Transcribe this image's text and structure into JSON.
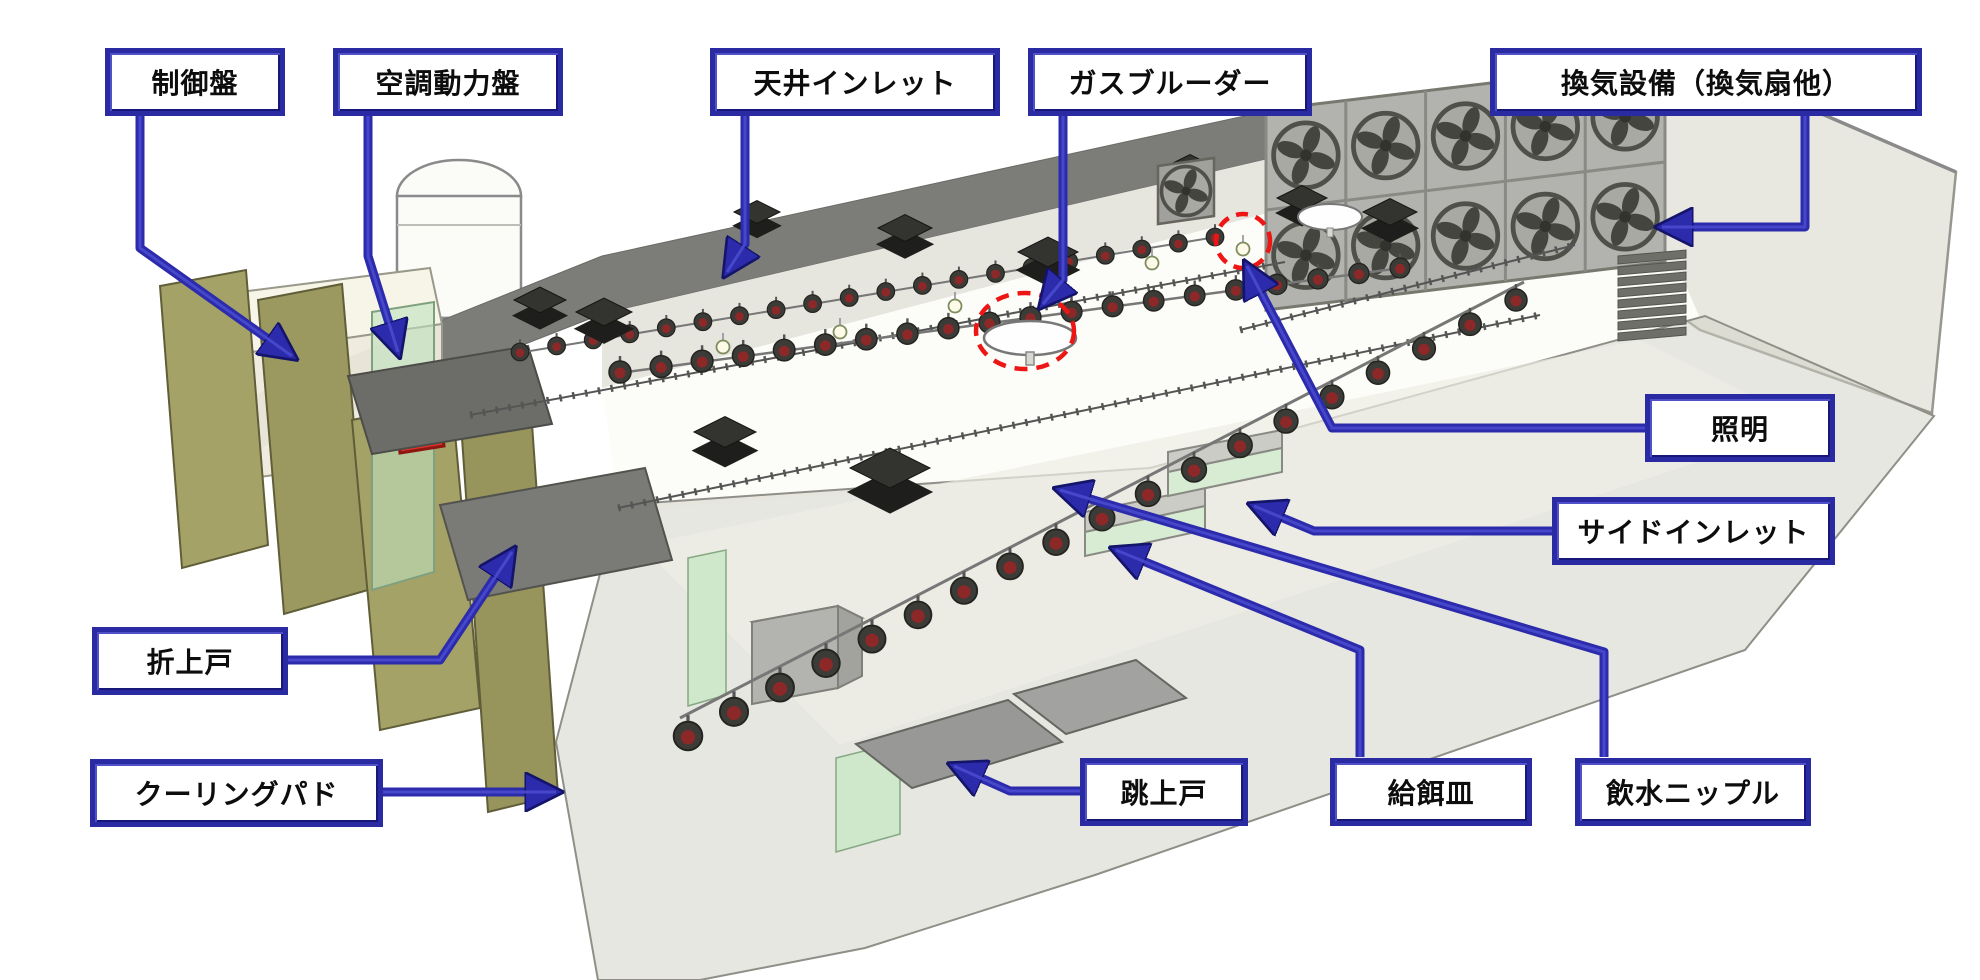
{
  "figure": {
    "type": "poultry-house-equipment-diagram",
    "callouts": [
      {
        "id": "seigyoban",
        "label": "制御盤"
      },
      {
        "id": "kucho",
        "label": "空調動力盤"
      },
      {
        "id": "tenjo",
        "label": "天井インレット"
      },
      {
        "id": "gas",
        "label": "ガスブルーダー"
      },
      {
        "id": "kanki",
        "label": "換気設備（換気扇他）"
      },
      {
        "id": "shomei",
        "label": "照明"
      },
      {
        "id": "sideinlet",
        "label": "サイドインレット"
      },
      {
        "id": "oriagedo",
        "label": "折上戸"
      },
      {
        "id": "coolingpad",
        "label": "クーリングパド"
      },
      {
        "id": "haneagedo",
        "label": "跳上戸"
      },
      {
        "id": "kyujizara",
        "label": "給餌皿"
      },
      {
        "id": "insui",
        "label": "飲水ニップル"
      }
    ],
    "colors": {
      "callout_border": "#2a2aa2",
      "arrow_blue": "#2b2bac",
      "highlight_circle_red": "#ee1515",
      "cooling_pad_olive": "#a5a267",
      "power_panel_red": "#e03028",
      "roof_gray": "#7c7c78",
      "glass_green": "#cfe7ca"
    }
  }
}
